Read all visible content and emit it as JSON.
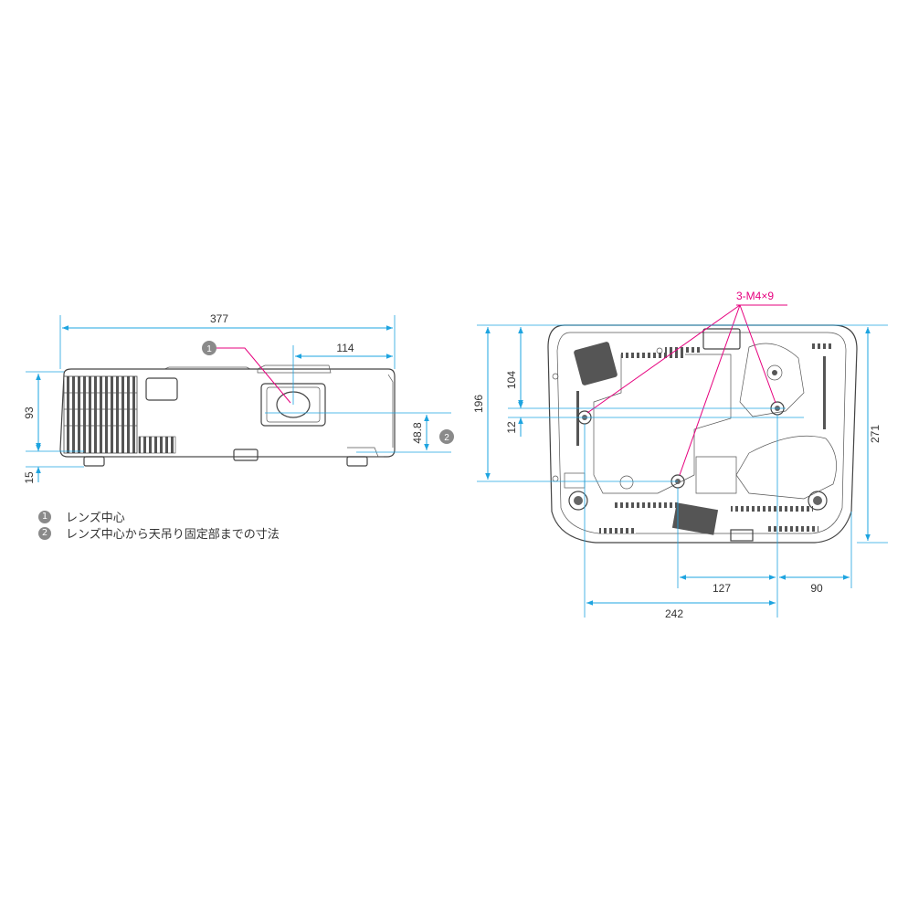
{
  "front_view": {
    "dimensions": {
      "width": "377",
      "lens_offset": "114",
      "height": "93",
      "foot": "15",
      "lens_to_mount": "48.8"
    },
    "callouts": {
      "lens_center": "1",
      "lens_to_mount": "2"
    }
  },
  "bottom_view": {
    "dimensions": {
      "depth": "196",
      "hole_offset": "104",
      "hole_gap": "12",
      "total_depth": "271",
      "hole_spacing": "127",
      "side_offset": "90",
      "hole_span": "242"
    },
    "screw_label": "3-M4×9"
  },
  "legend": [
    {
      "num": "1",
      "text": "レンズ中心"
    },
    {
      "num": "2",
      "text": "レンズ中心から天吊り固定部までの寸法"
    }
  ],
  "colors": {
    "dimension": "#1ea4e0",
    "callout": "#e6007e",
    "outline": "#444444"
  }
}
